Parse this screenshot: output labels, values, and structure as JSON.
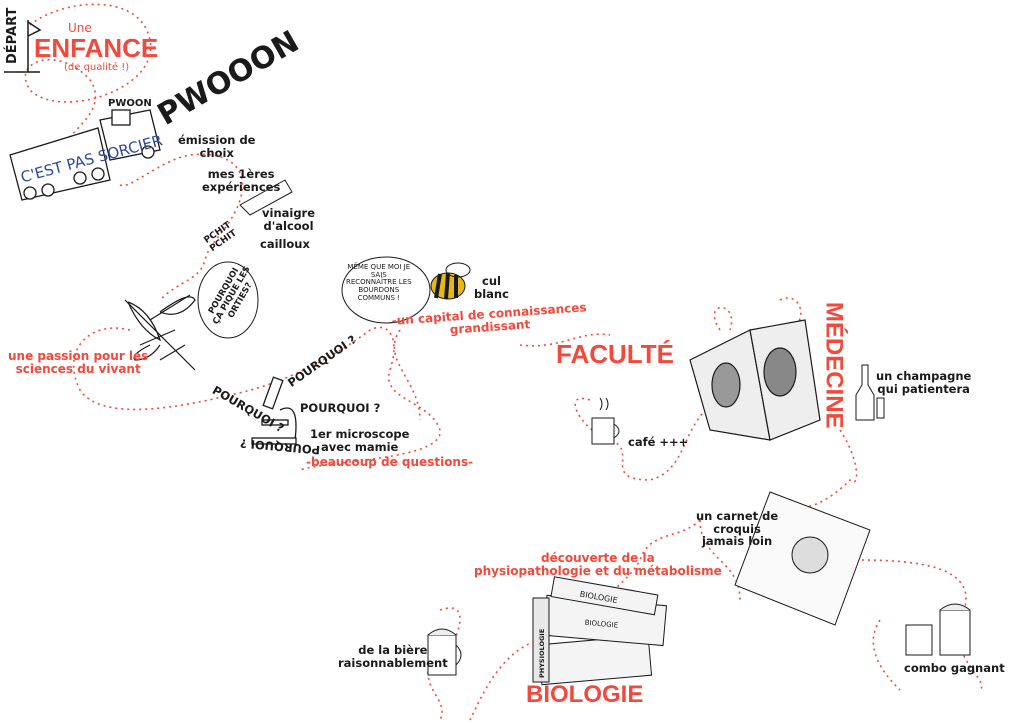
{
  "colors": {
    "accent": "#f2493c",
    "ink": "#1a1a1a",
    "bee": "#e8b914",
    "truck_text": "#2b4a9a"
  },
  "start": {
    "depart": "DÉPART",
    "une": "Une",
    "title": "ENFANCE",
    "subtitle": "(de qualité !)"
  },
  "truck": {
    "sign": "C'EST PAS SORCIER",
    "sound_small": "PWOON",
    "sound_big": "PWOOON",
    "label": "émission de\nchoix"
  },
  "experiments": {
    "label": "mes 1ères\nexpériences",
    "vinegar": "vinaigre\nd'alcool",
    "pebbles": "cailloux",
    "sound": "PCHIT\nPCHIT"
  },
  "nettle": {
    "bubble": "POURQUOI\nÇA PIQUE LES\nORTIES?",
    "label": "une passion pour les\nsciences du vivant"
  },
  "microscope": {
    "why": "POURQUOI ?",
    "label": "1er microscope\navec mamie",
    "caption": "-beaucoup de questions-"
  },
  "bee": {
    "bubble": "MÊME QUE MOI JE\nSAIS\nRECONNAÎTRE LES\nBOURDONS\nCOMMUNS !",
    "label": "cul\nblanc",
    "caption": "-un capital de connaissances\ngrandissant"
  },
  "faculte": {
    "title": "FACULTÉ",
    "coffee": "café +++"
  },
  "medecine": {
    "title": "MÉDECINE",
    "champagne": "un champagne\nqui patientera"
  },
  "sketchbook": {
    "label": "un carnet de\ncroquis\njamais loin",
    "combo": "combo gagnant"
  },
  "biologie": {
    "title": "BIOLOGIE",
    "caption": "découverte de la\nphysiopathologie et du métabolisme",
    "book1": "BIOLOGIE",
    "book2": "BIOLOGIE",
    "book3": "PHYSIOLOGIE",
    "beer": "de la bière\nraisonnablement"
  }
}
